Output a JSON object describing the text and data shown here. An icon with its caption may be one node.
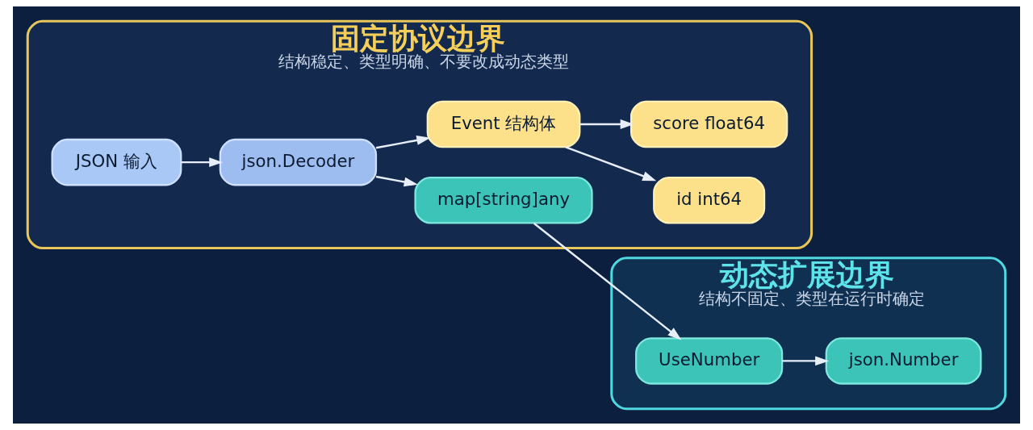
{
  "diagram": {
    "nodes": [
      {
        "text": [
          "固定协议边界",
          "结构稳定、类型明确、不要改成动态类型"
        ]
      },
      {
        "text": [
          "JSON 输入"
        ],
        "in": 0
      },
      {
        "text": [
          "json.Decoder"
        ],
        "in": 0
      },
      {
        "text": [
          "Event 结构体"
        ],
        "in": 0
      },
      {
        "text": [
          "id int64"
        ],
        "in": 0
      },
      {
        "text": [
          "score float64"
        ],
        "in": 0
      },
      {
        "text": [
          "map[string]any"
        ],
        "in": 0
      },
      {
        "text": [
          "动态扩展边界",
          "结构不固定、类型在运行时确定"
        ]
      },
      {
        "text": [
          "UseNumber"
        ],
        "in": 7
      },
      {
        "text": [
          "json.Number"
        ],
        "in": 7
      }
    ],
    "edges": [
      {
        "from": 1,
        "to": 2,
        "arrow": "to"
      },
      {
        "from": 2,
        "to": 3,
        "arrow": "to"
      },
      {
        "from": 2,
        "to": 6,
        "arrow": "to"
      },
      {
        "from": 3,
        "to": 4,
        "arrow": "to"
      },
      {
        "from": 3,
        "to": 5,
        "arrow": "to"
      },
      {
        "from": 6,
        "to": 8,
        "arrow": "to"
      },
      {
        "from": 8,
        "to": 9,
        "arrow": "to"
      }
    ]
  }
}
